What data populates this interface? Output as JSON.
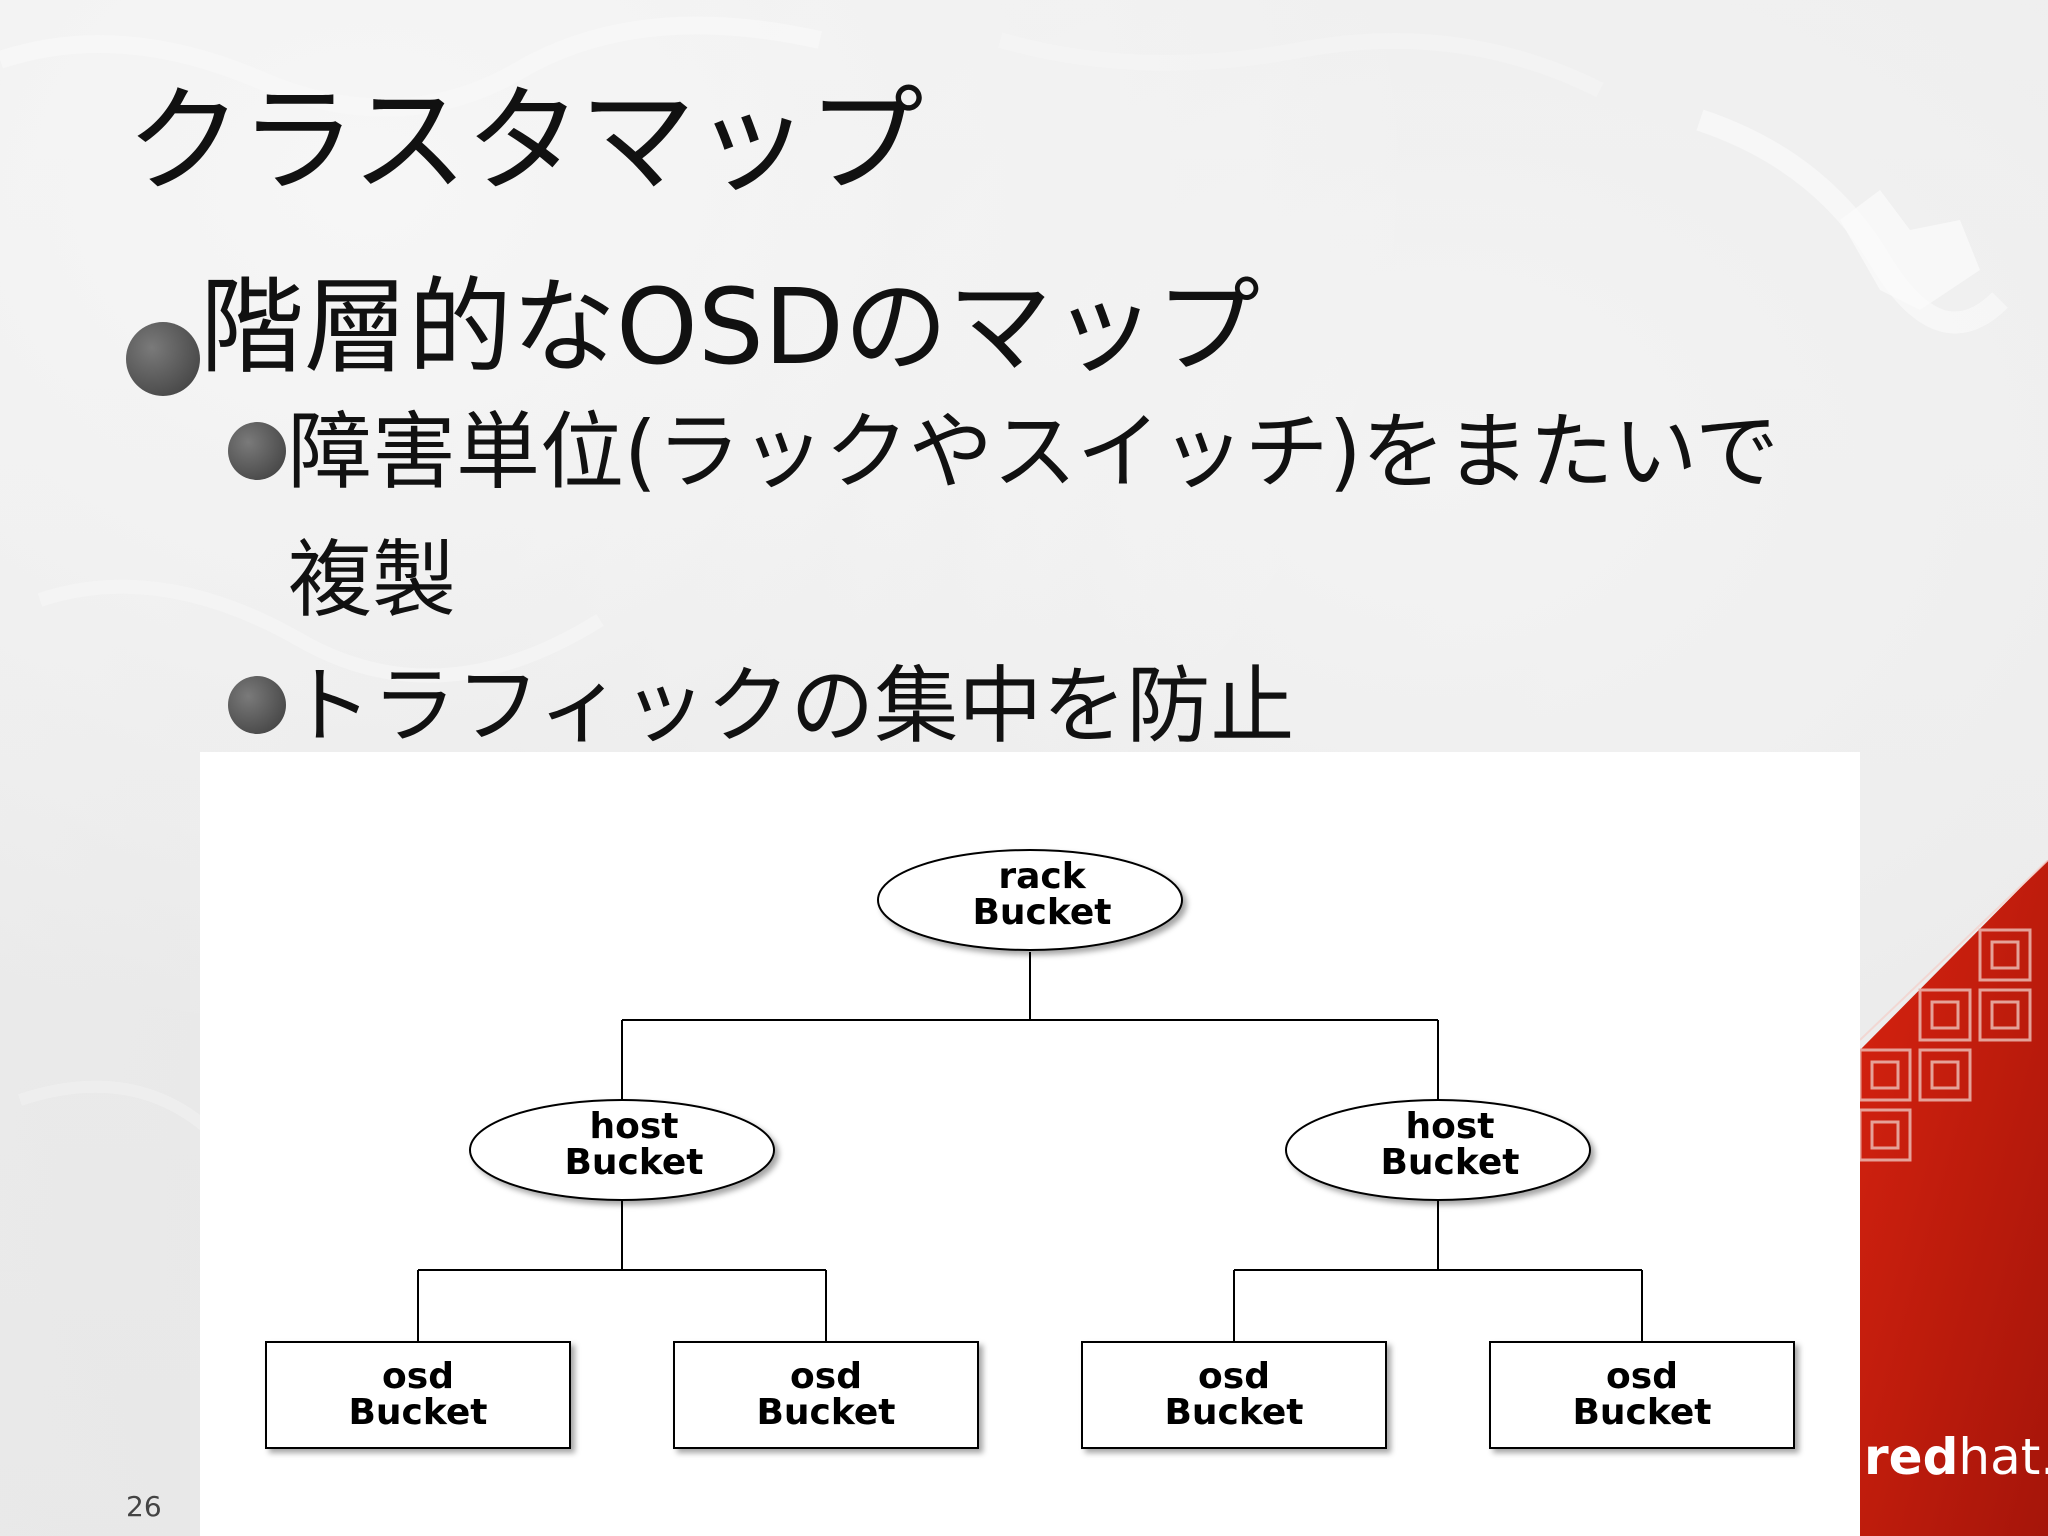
{
  "slide": {
    "title": "クラスタマップ",
    "bullets": [
      {
        "text": "階層的なOSDのマップ",
        "level": 1
      },
      {
        "text": "障害単位(ラックやスイッチ)をまたいで",
        "level": 2
      },
      {
        "text": "複製",
        "level": 2
      },
      {
        "text": "トラフィックの集中を防止",
        "level": 2
      }
    ],
    "page_number": "26"
  },
  "diagram": {
    "root": {
      "line1": "rack",
      "line2": "Bucket"
    },
    "hosts": [
      {
        "line1": "host",
        "line2": "Bucket"
      },
      {
        "line1": "host",
        "line2": "Bucket"
      }
    ],
    "osds": [
      {
        "line1": "osd",
        "line2": "Bucket"
      },
      {
        "line1": "osd",
        "line2": "Bucket"
      },
      {
        "line1": "osd",
        "line2": "Bucket"
      },
      {
        "line1": "osd",
        "line2": "Bucket"
      }
    ]
  },
  "branding": {
    "logo_bold": "red",
    "logo_light": "hat.",
    "accent_color": "#cc1f0e"
  }
}
